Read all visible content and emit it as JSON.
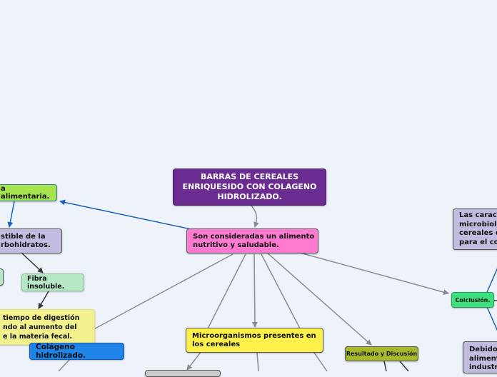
{
  "diagram": {
    "colors": {
      "canvas_bg": "#eef3fa",
      "edge_gray": "#8c8c8c",
      "edge_blue": "#1b62b8",
      "edge_dark": "#333333"
    },
    "nodes": {
      "root": {
        "text": "BARRAS DE CEREALES\nENRIQUESIDO CON COLAGENO\nHIDROLIZADO.",
        "bg": "#6a2c91",
        "color": "#ffffff"
      },
      "main": {
        "text": "Son consideradas un alimento\nnutritivo y saludable.",
        "bg": "#ff7ad1",
        "color": "#111111"
      },
      "fibra_alimentaria": {
        "text": "a alimentaria.",
        "bg": "#a6e34d",
        "color": "#111111"
      },
      "carbohidratos": {
        "text": "stible de la\nrbohidratos.",
        "bg": "#c2bde0",
        "color": "#111111"
      },
      "fibra_insoluble": {
        "text": "Fibra insoluble.",
        "bg": "#b7e8c6",
        "color": "#111111"
      },
      "small_green": {
        "text": "",
        "bg": "#b7e8c6",
        "color": "#111111"
      },
      "digestion": {
        "text": "tiempo de digestión\nndo al aumento del\ne la materia fecal.",
        "bg": "#f3f08e",
        "color": "#111111"
      },
      "colageno": {
        "text": "Colágeno hidrolizado.",
        "bg": "#1f84e8",
        "color": "#111111"
      },
      "microorganismos": {
        "text": "Microorganismos presentes en\nlos cereales",
        "bg": "#fdf04a",
        "color": "#111111"
      },
      "resultado": {
        "text": "Resultado y Discusión",
        "bg": "#a8b82c",
        "color": "#111111"
      },
      "conclusion": {
        "text": "Coiclusión.",
        "bg": "#3de07d",
        "color": "#111111"
      },
      "caracteristicas": {
        "text": "Las caract\nmicrobioló\ncereales d\npara el co",
        "bg": "#c2bde0",
        "color": "#111111"
      },
      "debido": {
        "text": "Debido\naliment\nindustri",
        "bg": "#c2bde0",
        "color": "#111111"
      }
    }
  }
}
